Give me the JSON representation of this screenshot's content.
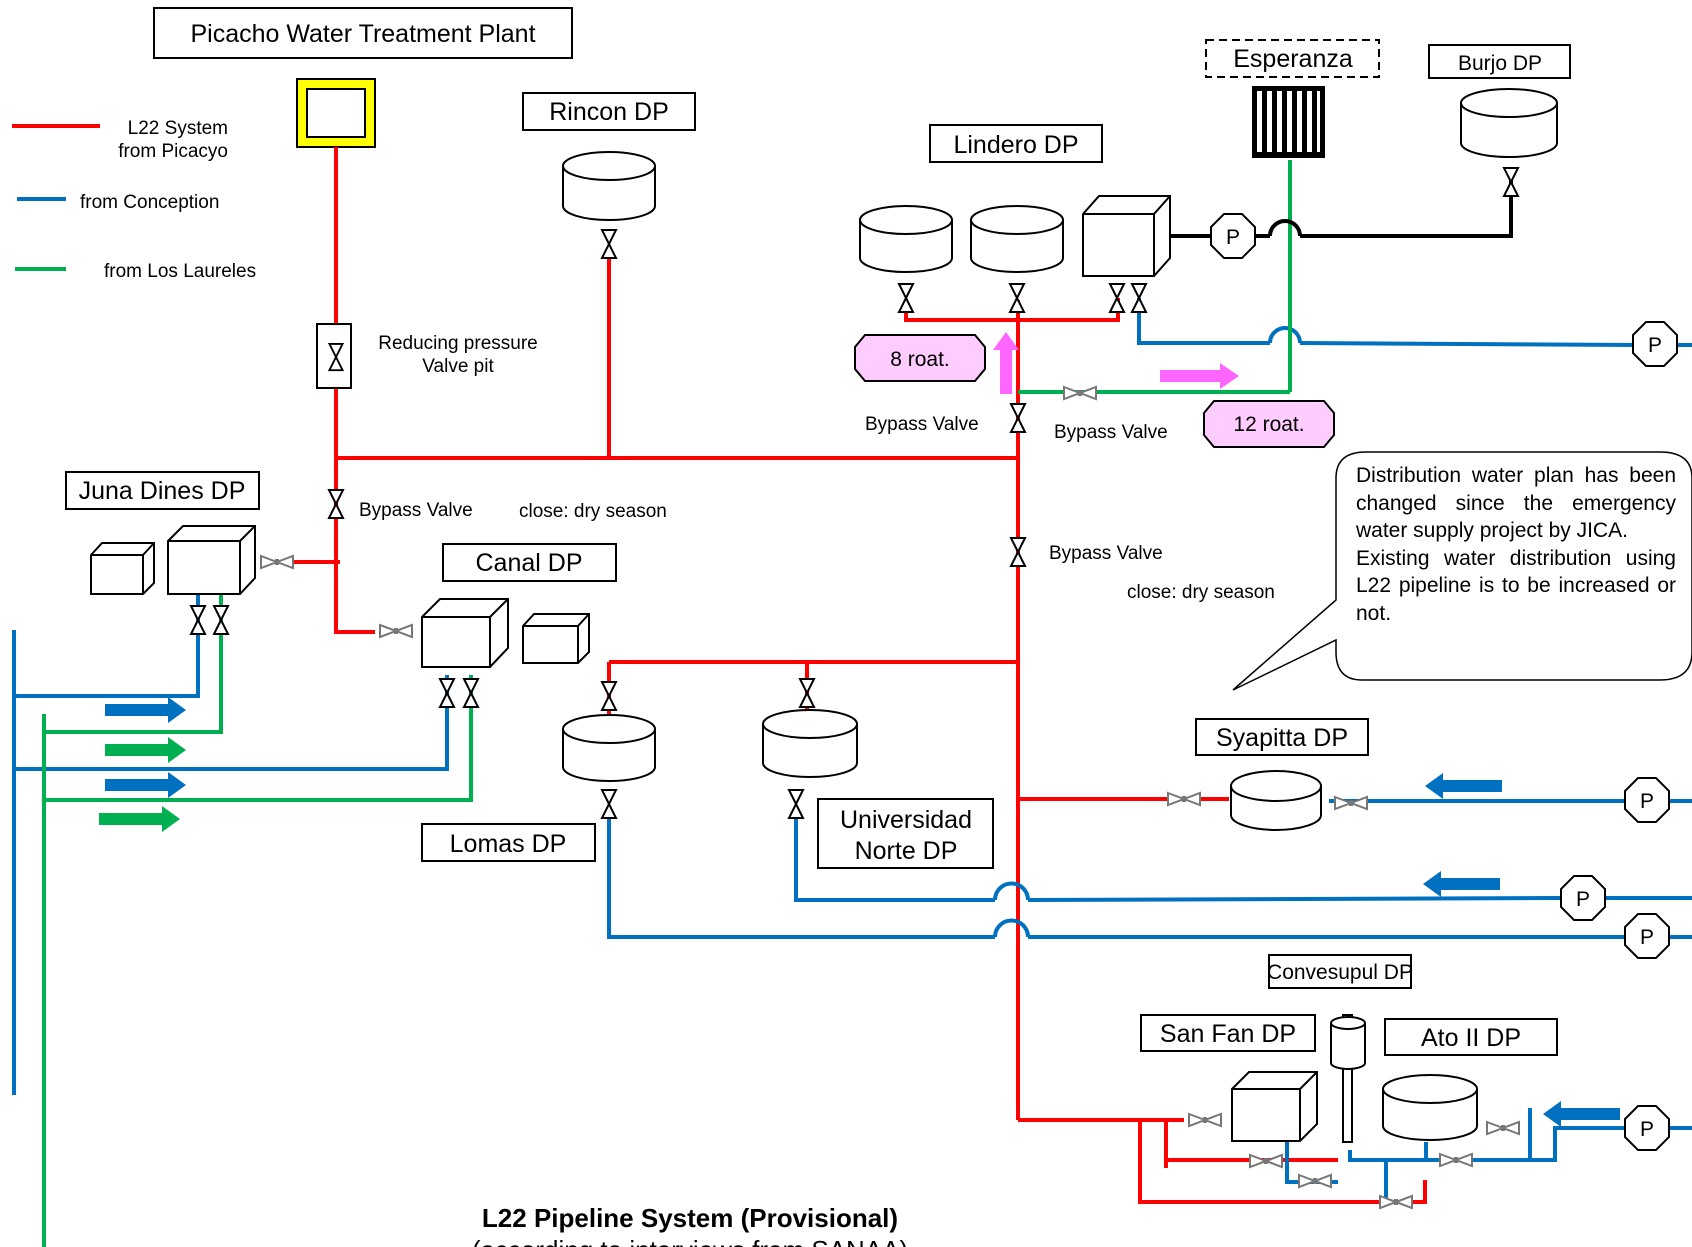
{
  "plant": {
    "title": "Picacho Water Treatment Plant"
  },
  "legend": {
    "l22_line1": "L22 System",
    "l22_line2": "from Picacyo",
    "conception": "from Conception",
    "laureles": "from Los Laureles"
  },
  "colors": {
    "l22": "#ff0000",
    "conception": "#0070c0",
    "laureles": "#00b050",
    "flow_arrow_pink": "#ff66ff",
    "label_pink": "#ffccff",
    "plant_yellow": "#ffff00"
  },
  "stations": {
    "rincon": "Rincon DP",
    "lindero": "Lindero DP",
    "esperanza": "Esperanza",
    "burjo": "Burjo DP",
    "juna_dines": "Juna Dines DP",
    "canal": "Canal DP",
    "lomas": "Lomas DP",
    "universidad_line1": "Universidad",
    "universidad_line2": "Norte DP",
    "syapitta": "Syapitta DP",
    "convesupul": "Convesupul DP",
    "san_fan": "San Fan DP",
    "ato": "Ato II DP"
  },
  "labels": {
    "reducing_line1": "Reducing pressure",
    "reducing_line2": "Valve pit",
    "bypass_valve": "Bypass Valve",
    "close_dry_season": "close: dry season",
    "roat_8": "8 roat.",
    "roat_12": "12 roat.",
    "pump": "P"
  },
  "callout": {
    "para1": "Distribution water plan has been changed since the emergency water supply project by JICA.",
    "para2": "Existing water distribution using L22 pipeline is to be increased or not."
  },
  "caption": {
    "title": "L22 Pipeline System (Provisional)",
    "subtitle": "(according to interviews from SANAA)"
  }
}
